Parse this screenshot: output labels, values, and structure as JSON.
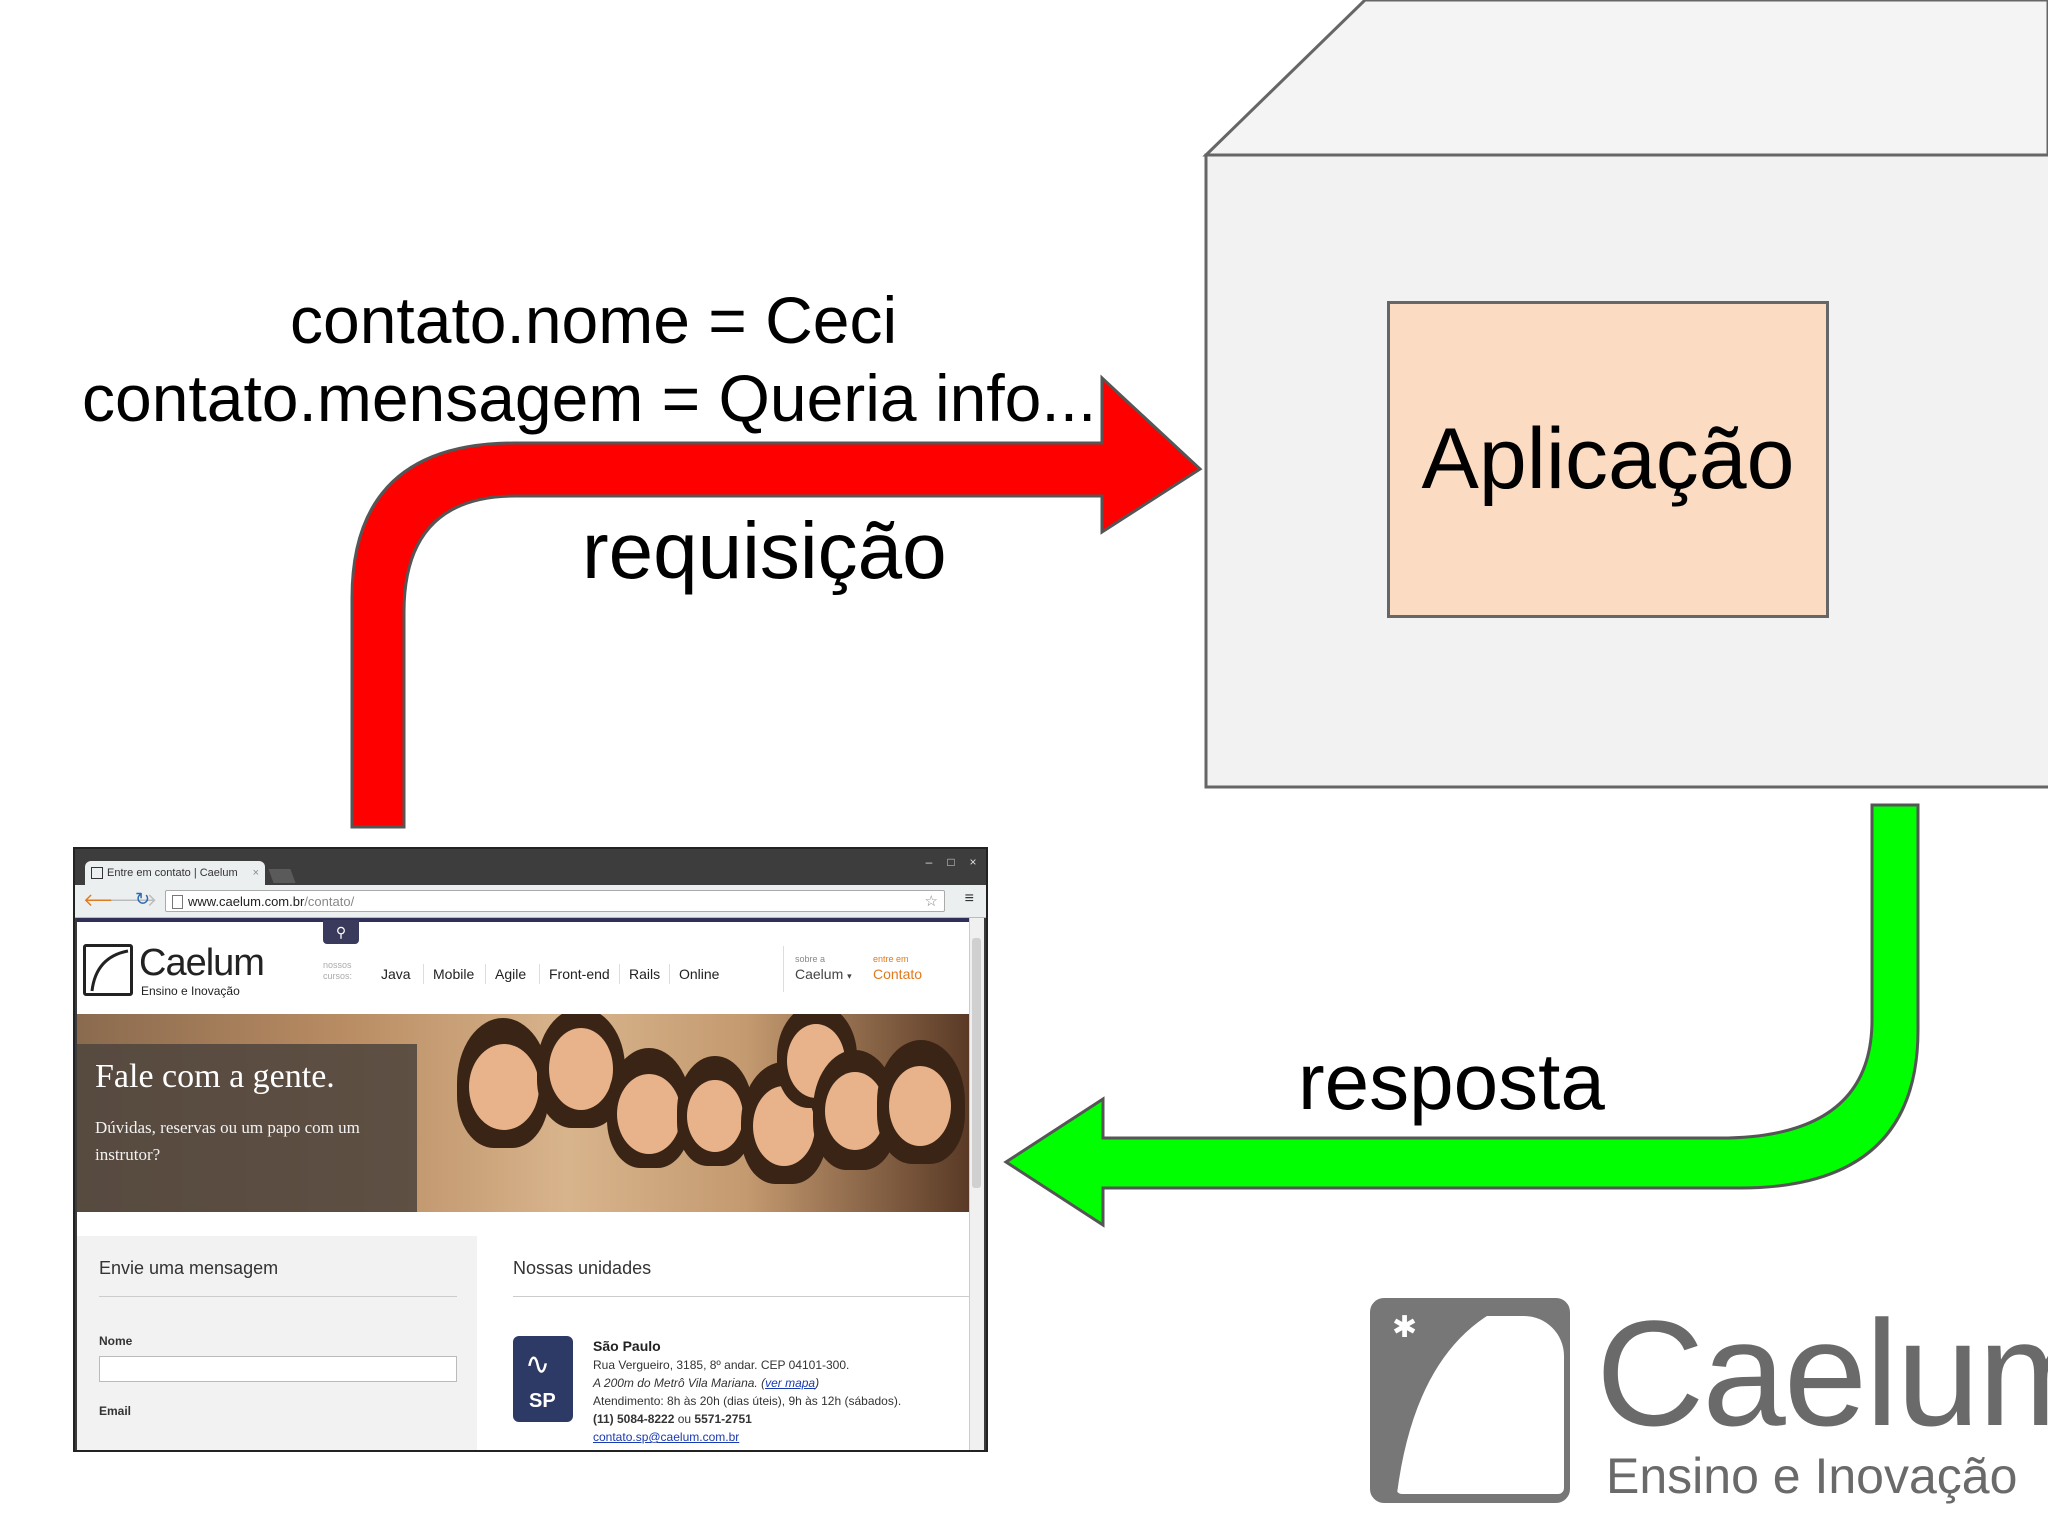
{
  "request": {
    "line1": "contato.nome = Ceci",
    "line2": "contato.mensagem = Queria info...",
    "label": "requisição",
    "arrow_color": "#ff0000"
  },
  "response": {
    "label": "resposta",
    "arrow_color": "#00ff00"
  },
  "application": {
    "label": "Aplicação",
    "box_color": "#fbdcc3"
  },
  "server_box_color": "#f2f2f2",
  "browser": {
    "tab_title": "Entre em contato | Caelum",
    "tab_close": "×",
    "url_host": "www.caelum.com.br",
    "url_path": "/contato/",
    "site": {
      "logo_name": "Caelum",
      "logo_tagline": "Ensino e Inovação",
      "courses_label": "nossos cursos:",
      "menu": [
        "Java",
        "Mobile",
        "Agile",
        "Front-end",
        "Rails",
        "Online"
      ],
      "about_small": "sobre a",
      "about_link": "Caelum",
      "contact_small": "entre em",
      "contact_link": "Contato",
      "hero_title": "Fale com a gente.",
      "hero_subtitle": "Dúvidas, reservas ou um papo com um instrutor?",
      "form_title": "Envie uma mensagem",
      "form_name_label": "Nome",
      "form_email_label": "Email",
      "units_title": "Nossas unidades",
      "unit_badge": "SP",
      "unit_city": "São Paulo",
      "unit_address": "Rua Vergueiro, 3185, 8º andar. CEP 04101-300.",
      "unit_metro": "A 200m do Metrô Vila Mariana. (",
      "unit_map_link": "ver mapa",
      "unit_metro_end": ")",
      "unit_hours": "Atendimento: 8h às 20h (dias úteis), 9h às 12h (sábados).",
      "unit_phone1": "(11) 5084-8222",
      "unit_phone_sep": " ou ",
      "unit_phone2": "5571-2751",
      "unit_email": "contato.sp@caelum.com.br"
    }
  },
  "brand": {
    "name": "Caelum",
    "tagline": "Ensino e Inovação"
  }
}
